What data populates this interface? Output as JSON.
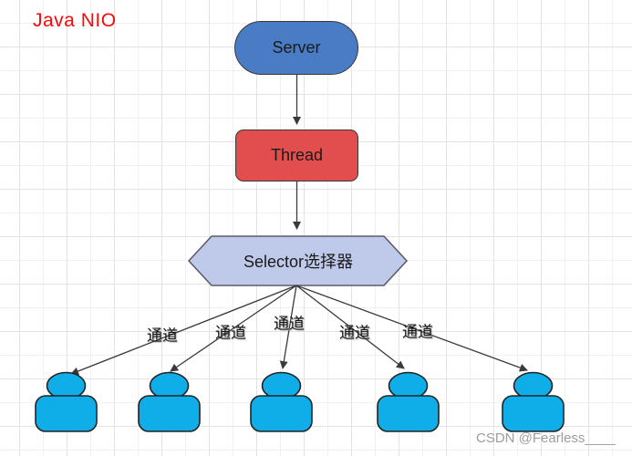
{
  "title": "Java NIO",
  "diagram": {
    "nodes": [
      {
        "id": "server",
        "label": "Server",
        "shape": "stadium",
        "fill": "#4a7cc6"
      },
      {
        "id": "thread",
        "label": "Thread",
        "shape": "rounded-rect",
        "fill": "#e24d4d"
      },
      {
        "id": "selector",
        "label": "Selector选择器",
        "shape": "hexagon",
        "fill": "#bfc9ea"
      }
    ],
    "edges": [
      {
        "from": "server",
        "to": "thread",
        "label": ""
      },
      {
        "from": "thread",
        "to": "selector",
        "label": ""
      },
      {
        "from": "selector",
        "to": "client-1",
        "label": "通道"
      },
      {
        "from": "selector",
        "to": "client-2",
        "label": "通道"
      },
      {
        "from": "selector",
        "to": "client-3",
        "label": "通道"
      },
      {
        "from": "selector",
        "to": "client-4",
        "label": "通道"
      },
      {
        "from": "selector",
        "to": "client-5",
        "label": "通道"
      }
    ],
    "clients": {
      "count": 5,
      "icon": "person-icon",
      "fill": "#10aee8"
    }
  },
  "watermark": "CSDN @Fearless____",
  "colors": {
    "title": "#f80808",
    "grid_minor": "#f1f1f1",
    "grid_major": "#e3e3e3",
    "connector": "#3a3a3a",
    "node_border": "#383838",
    "watermark": "#9d9d9d"
  }
}
